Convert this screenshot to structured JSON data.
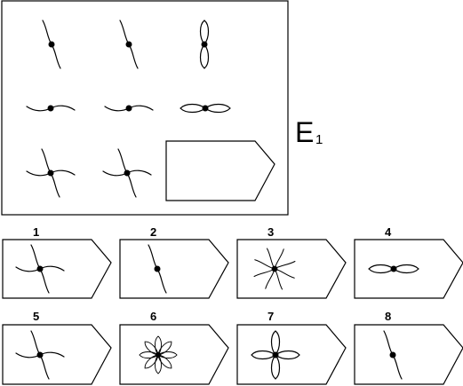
{
  "puzzle": {
    "title_letter": "E",
    "title_number": "1"
  },
  "options": [
    {
      "label": "1"
    },
    {
      "label": "2"
    },
    {
      "label": "3"
    },
    {
      "label": "4"
    },
    {
      "label": "5"
    },
    {
      "label": "6"
    },
    {
      "label": "7"
    },
    {
      "label": "8"
    }
  ]
}
